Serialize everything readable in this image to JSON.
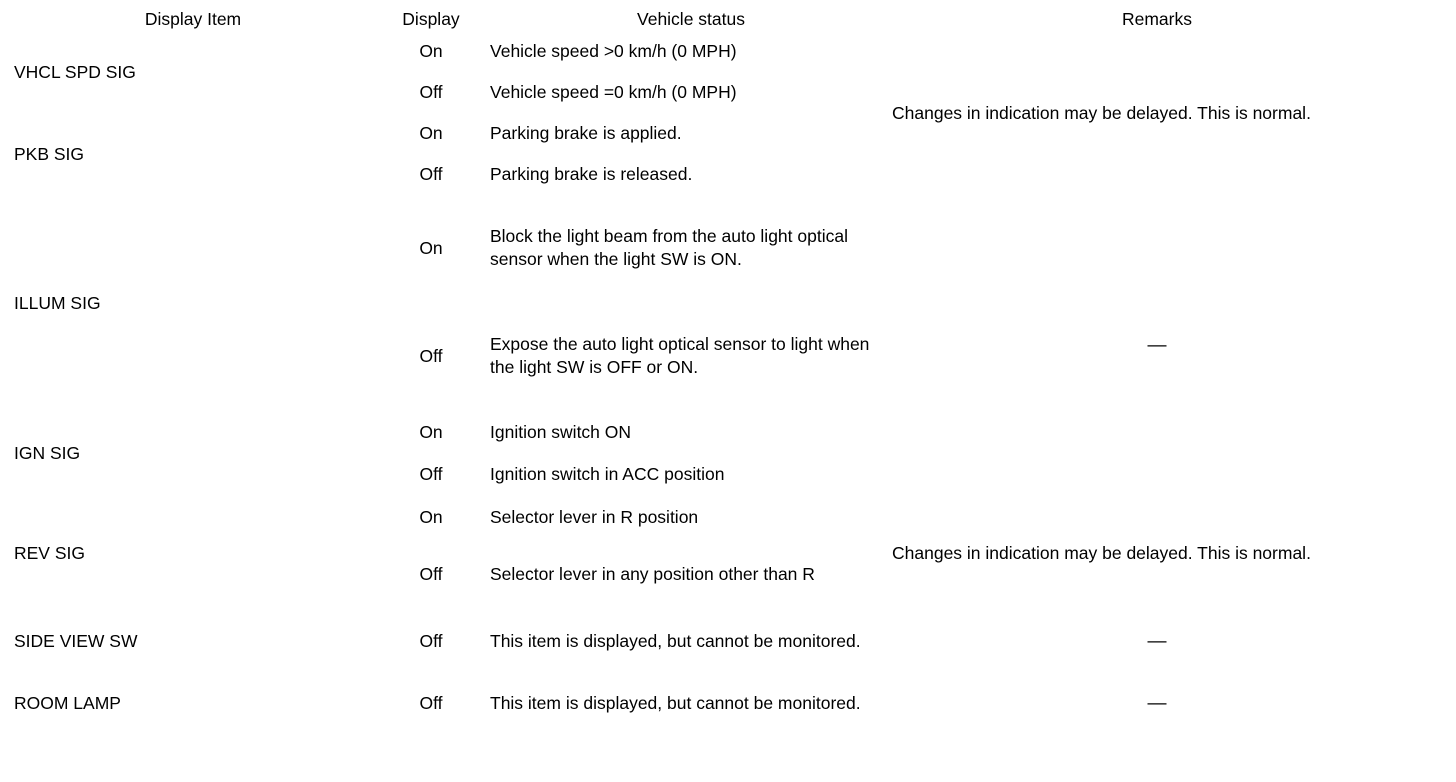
{
  "table": {
    "headers": {
      "display_item": "Display Item",
      "display": "Display",
      "vehicle_status": "Vehicle status",
      "remarks": "Remarks"
    },
    "dash": "—",
    "remarks_delayed": "Changes in indication may be delayed. This is normal.",
    "rows": [
      {
        "item": "VHCL SPD SIG",
        "states": [
          {
            "display": "On",
            "status": "Vehicle speed >0 km/h (0 MPH)"
          },
          {
            "display": "Off",
            "status": "Vehicle speed =0 km/h (0 MPH)"
          }
        ]
      },
      {
        "item": "PKB SIG",
        "states": [
          {
            "display": "On",
            "status": "Parking brake is applied."
          },
          {
            "display": "Off",
            "status": "Parking brake is released."
          }
        ]
      },
      {
        "item": "ILLUM SIG",
        "states": [
          {
            "display": "On",
            "status": "Block the light beam from the auto light optical sensor when the light SW is ON."
          },
          {
            "display": "Off",
            "status": "Expose the auto light optical sensor to light when the light SW is OFF or ON."
          }
        ]
      },
      {
        "item": "IGN SIG",
        "states": [
          {
            "display": "On",
            "status": "Ignition switch ON"
          },
          {
            "display": "Off",
            "status": "Ignition switch in ACC position"
          }
        ]
      },
      {
        "item": "REV SIG",
        "states": [
          {
            "display": "On",
            "status": "Selector lever in R position"
          },
          {
            "display": "Off",
            "status": "Selector lever in any position other than R"
          }
        ]
      },
      {
        "item": "SIDE VIEW SW",
        "states": [
          {
            "display": "Off",
            "status": "This item is displayed, but cannot be monitored."
          }
        ]
      },
      {
        "item": "ROOM LAMP",
        "states": [
          {
            "display": "Off",
            "status": "This item is displayed, but cannot be monitored."
          }
        ]
      }
    ]
  }
}
